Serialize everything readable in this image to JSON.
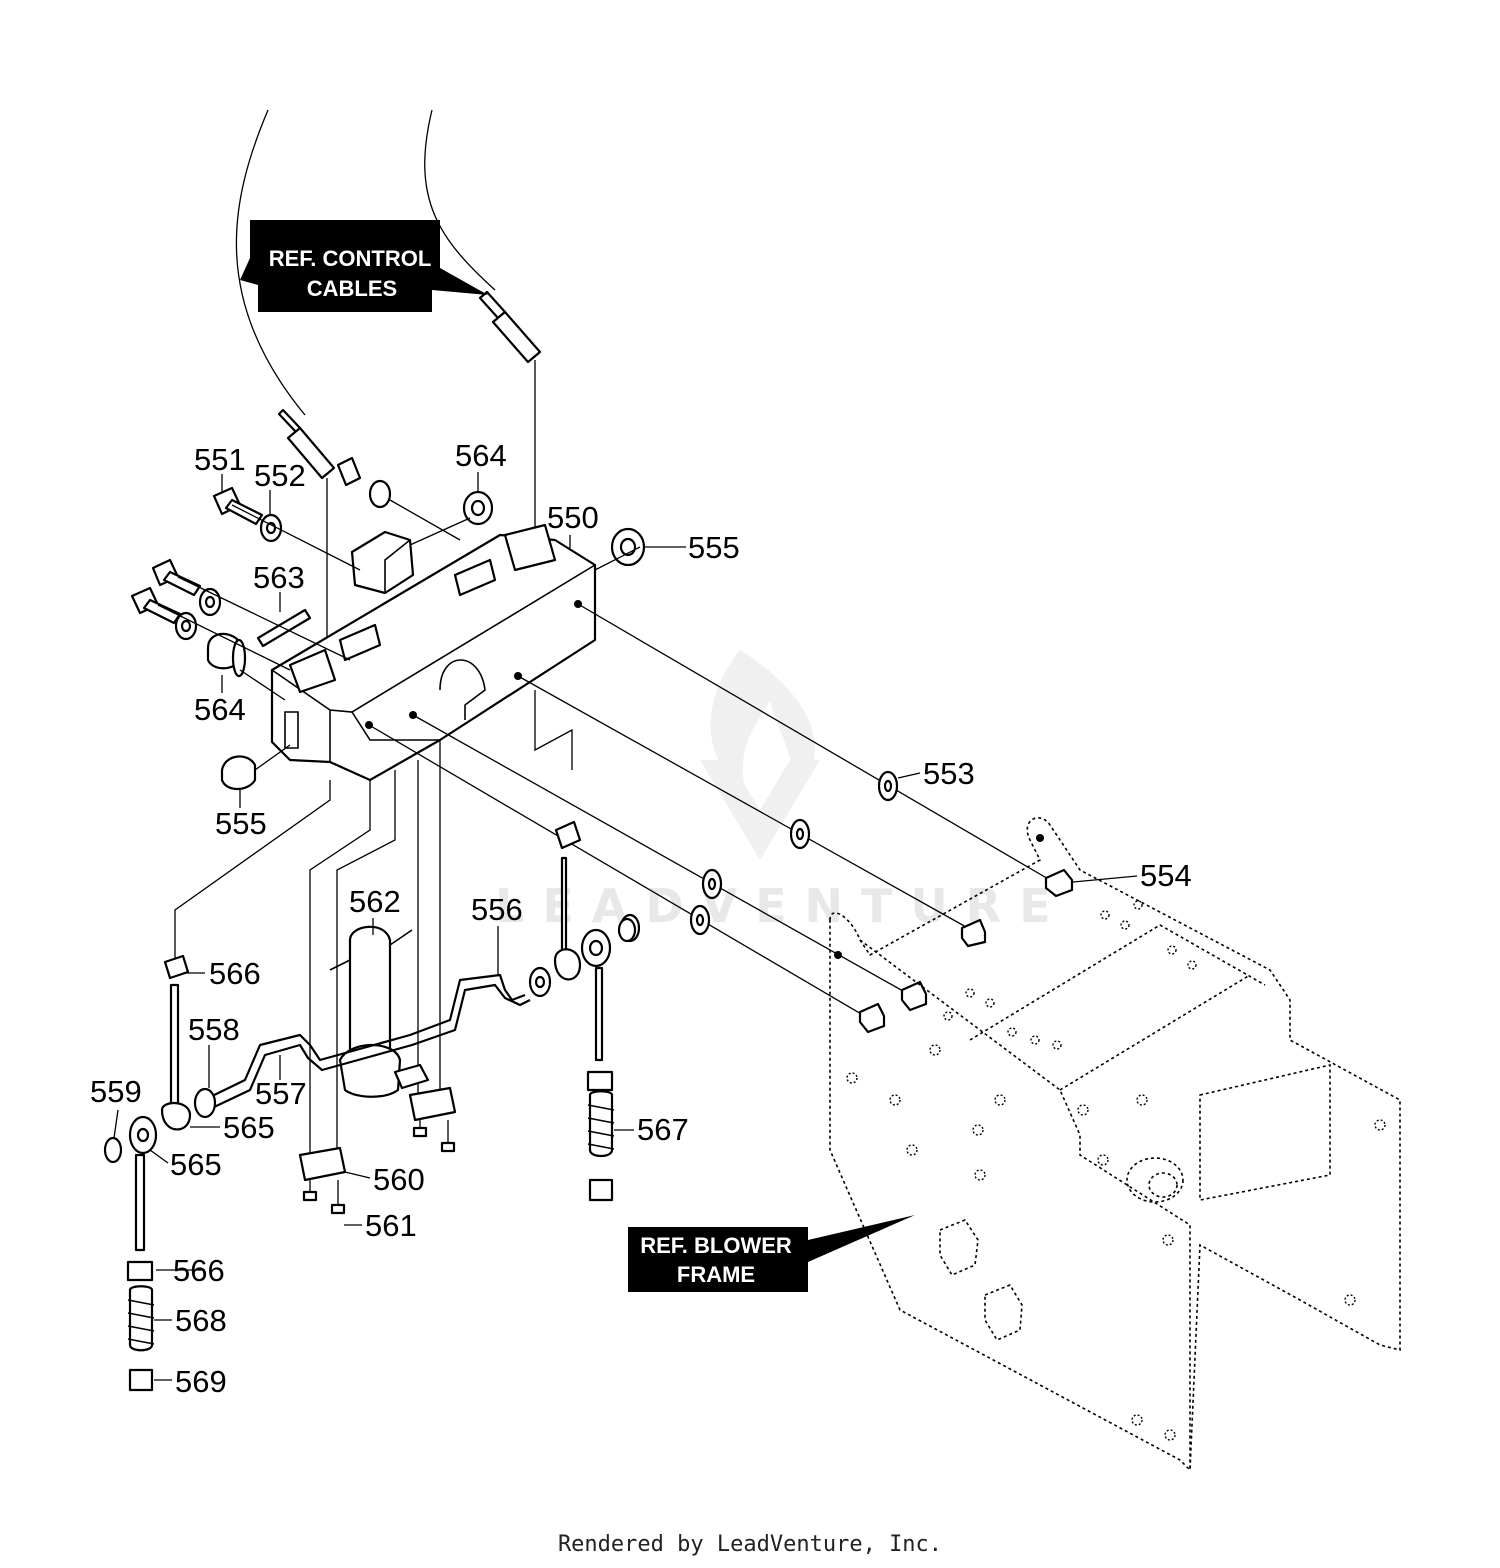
{
  "diagram": {
    "callouts": [
      "550",
      "551",
      "552",
      "553",
      "554",
      "555",
      "555",
      "556",
      "557",
      "558",
      "559",
      "560",
      "561",
      "562",
      "563",
      "564",
      "564",
      "565",
      "565",
      "566",
      "566",
      "567",
      "568",
      "569"
    ],
    "ref_control_cables": [
      "REF. CONTROL",
      "CABLES"
    ],
    "ref_blower_frame": [
      "REF. BLOWER",
      "FRAME"
    ],
    "watermark": "LEADVENTURE"
  },
  "footer": {
    "text": "Rendered by LeadVenture, Inc."
  }
}
